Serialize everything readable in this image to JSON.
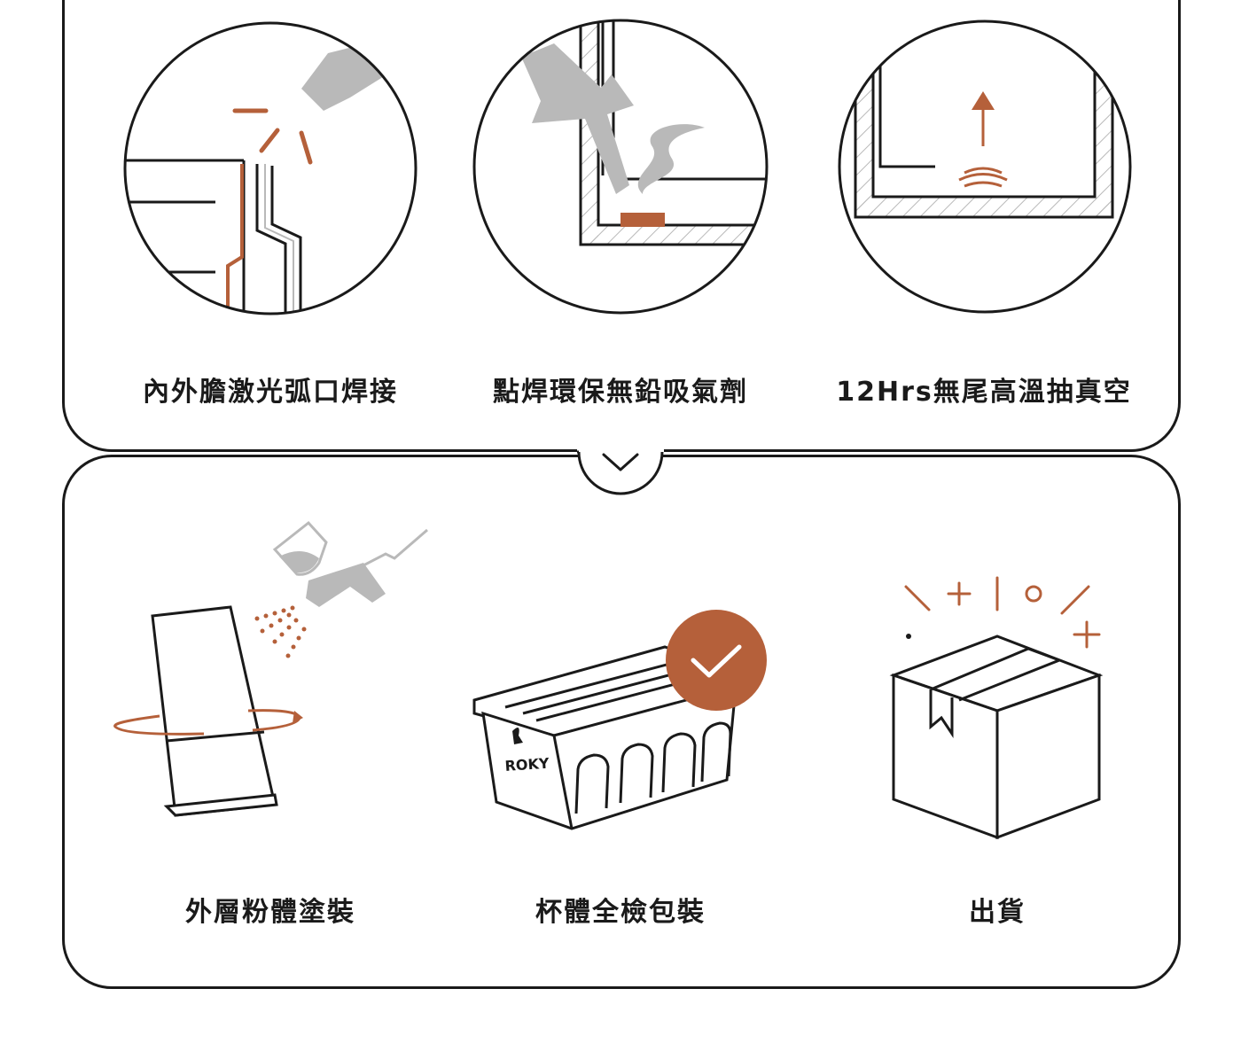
{
  "colors": {
    "accent": "#b5603a",
    "ink": "#1a1a1a",
    "gray": "#b9b9b9",
    "background": "#ffffff"
  },
  "top_stages": [
    {
      "label": "內外膽激光弧口焊接",
      "icon": "laser-arc-welding-icon"
    },
    {
      "label": "點焊環保無鉛吸氣劑",
      "icon": "spot-weld-getter-icon"
    },
    {
      "label": "12Hrs無尾高溫抽真空",
      "icon": "vacuum-icon"
    }
  ],
  "bottom_stages": [
    {
      "label": "外層粉體塗裝",
      "icon": "powder-coating-icon"
    },
    {
      "label": "杯體全檢包裝",
      "icon": "inspection-check-icon"
    },
    {
      "label": "出貨",
      "icon": "shipping-box-icon"
    }
  ],
  "connector_icon": "chevron-down-icon",
  "product_brand": "ROKY"
}
